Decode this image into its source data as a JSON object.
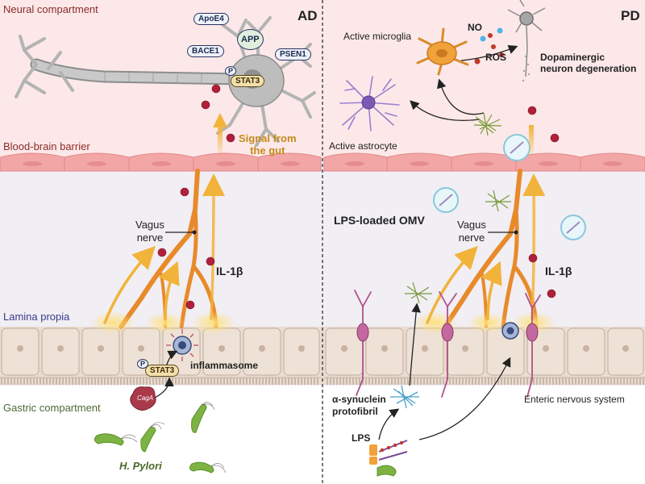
{
  "left_panel": {
    "disease_label": "AD",
    "neural_compartment": "Neural compartment",
    "blood_brain_barrier": "Blood-brain barrier",
    "lamina_propria": "Lamina propia",
    "gastric_compartment": "Gastric compartment",
    "proteins": {
      "apoe4": "ApoE4",
      "app": "APP",
      "bace1": "BACE1",
      "psen1": "PSEN1",
      "phospho": "P",
      "stat3": "STAT3"
    },
    "signal_from_gut_line1": "Signal from",
    "signal_from_gut_line2": "the gut",
    "vagus_nerve_line1": "Vagus",
    "vagus_nerve_line2": "nerve",
    "il1b": "IL-1β",
    "inflammasome": "inflammasome",
    "gut_phospho": "P",
    "gut_stat3": "STAT3",
    "caga": "CagA",
    "h_pylori": "H. Pylori"
  },
  "right_panel": {
    "disease_label": "PD",
    "active_microglia": "Active microglia",
    "no": "NO",
    "ros": "ROS",
    "dopaminergic_line1": "Dopaminergic",
    "dopaminergic_line2": "neuron degeneration",
    "active_astrocyte": "Active astrocyte",
    "lps_loaded_omv": "LPS-loaded OMV",
    "vagus_nerve_line1": "Vagus",
    "vagus_nerve_line2": "nerve",
    "il1b": "IL-1β",
    "alpha_synuclein_line1": "α-synuclein",
    "alpha_synuclein_line2": "protofibril",
    "enteric_nervous_system": "Enteric nervous system",
    "lps": "LPS"
  },
  "colors": {
    "brain_bg": "#fce8e8",
    "bbb_cell": "#f3a6a6",
    "gut_bg": "#f1eef4",
    "epithelium": "#eadcd0",
    "nerve": "#e88a2a",
    "arrow_yellow": "#f2b33a",
    "il1b_dot": "#b0203a",
    "neuron_grey": "#b8b8b8",
    "microglia": "#f1a23a",
    "astrocyte": "#9a7fd0",
    "bacteria": "#7cb342",
    "enteric_neuron": "#b0508a"
  }
}
